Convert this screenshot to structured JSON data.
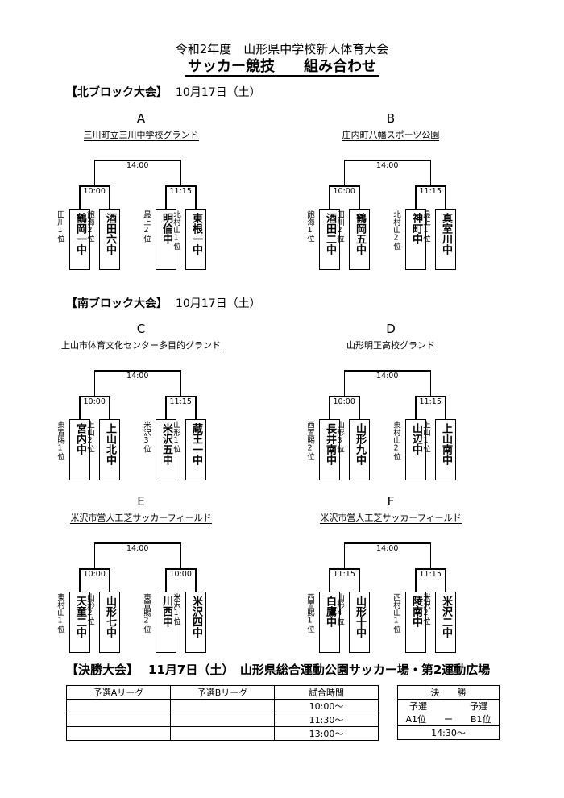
{
  "header": {
    "line1": "令和2年度　山形県中学校新人体育大会",
    "line2": "サッカー競技　　組み合わせ"
  },
  "north": {
    "heading": "【北ブロック大会】",
    "date": "10月17日（土）"
  },
  "south": {
    "heading": "【南ブロック大会】",
    "date": "10月17日（土）"
  },
  "brackets": [
    {
      "letter": "A",
      "venue": "三川町立三川中学校グランド",
      "final_time": "14:00",
      "left_time": "10:00",
      "right_time": "11:15",
      "teams": [
        {
          "name": "鶴岡一中",
          "seed": "田川1位"
        },
        {
          "name": "酒田六中",
          "seed": "飽海2位"
        },
        {
          "name": "明倫中",
          "seed": "最上2位"
        },
        {
          "name": "東根一中",
          "seed": "北村山1位"
        }
      ]
    },
    {
      "letter": "B",
      "venue": "庄内町八幡スポーツ公園",
      "final_time": "14:00",
      "left_time": "10:00",
      "right_time": "11:15",
      "teams": [
        {
          "name": "酒田二中",
          "seed": "飽海1位"
        },
        {
          "name": "鶴岡五中",
          "seed": "田川2位"
        },
        {
          "name": "神町中",
          "seed": "北村山2位"
        },
        {
          "name": "真室川中",
          "seed": "最上1位"
        }
      ]
    },
    {
      "letter": "C",
      "venue": "上山市体育文化センター多目的グランド",
      "final_time": "14:00",
      "left_time": "10:00",
      "right_time": "11:15",
      "teams": [
        {
          "name": "宮内中",
          "seed": "東置賜1位"
        },
        {
          "name": "上山北中",
          "seed": "上山2位"
        },
        {
          "name": "米沢五中",
          "seed": "米沢3位"
        },
        {
          "name": "蔵王一中",
          "seed": "山形1位"
        }
      ]
    },
    {
      "letter": "D",
      "venue": "山形明正高校グランド",
      "final_time": "14:00",
      "left_time": "10:00",
      "right_time": "11:15",
      "teams": [
        {
          "name": "長井南中",
          "seed": "西置賜2位"
        },
        {
          "name": "山形九中",
          "seed": "山形3位"
        },
        {
          "name": "山辺中",
          "seed": "東村山2位"
        },
        {
          "name": "上山南中",
          "seed": "上山1位"
        }
      ]
    },
    {
      "letter": "E",
      "venue": "米沢市営人工芝サッカーフィールド",
      "final_time": "14:00",
      "left_time": "10:00",
      "right_time": "10:00",
      "teams": [
        {
          "name": "天童二中",
          "seed": "東村山1位"
        },
        {
          "name": "山形七中",
          "seed": "山形2位"
        },
        {
          "name": "川西中",
          "seed": "東置賜2位"
        },
        {
          "name": "米沢四中",
          "seed": "米沢1位"
        }
      ]
    },
    {
      "letter": "F",
      "venue": "米沢市営人工芝サッカーフィールド",
      "final_time": "14:00",
      "left_time": "11:15",
      "right_time": "11:15",
      "teams": [
        {
          "name": "白鷹中",
          "seed": "西置賜1位"
        },
        {
          "name": "山形十中",
          "seed": "山形4位"
        },
        {
          "name": "陵南中",
          "seed": "西村山1位"
        },
        {
          "name": "米沢二中",
          "seed": "米沢2位"
        }
      ]
    }
  ],
  "final": {
    "heading": "【決勝大会】",
    "date_venue": "11月7日（土）　山形県総合運動公園サッカー場・第2運動広場",
    "table_headers": [
      "予選Aリーグ",
      "予選Bリーグ",
      "試合時間"
    ],
    "times": [
      "10:00〜",
      "11:30〜",
      "13:00〜"
    ],
    "champ_header": "決　　勝",
    "champ_sub_left": "予選",
    "champ_sub_right": "予選",
    "champ_match": "A1位　　ー　　B1位",
    "champ_time": "14:30〜"
  }
}
